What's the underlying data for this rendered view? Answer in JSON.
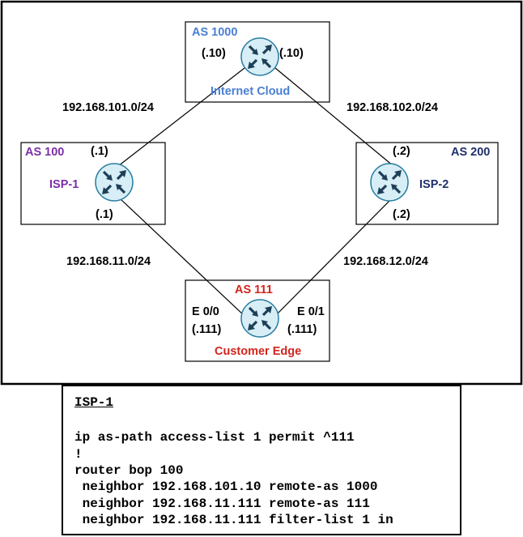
{
  "colors": {
    "as1000": "#4a7fd4",
    "as100": "#7b2fa8",
    "as200": "#1f2f6b",
    "as111": "#d0251d",
    "router_fill": "#d8eef6",
    "router_stroke": "#2a7fa3",
    "arrow": "#1d3f57"
  },
  "nodes": {
    "internet": {
      "as": "AS 1000",
      "name": "Internet Cloud",
      "ip_left": "(.10)",
      "ip_right": "(.10)"
    },
    "isp1": {
      "as": "AS 100",
      "name": "ISP-1",
      "ip_top": "(.1)",
      "ip_bottom": "(.1)"
    },
    "isp2": {
      "as": "AS 200",
      "name": "ISP-2",
      "ip_top": "(.2)",
      "ip_bottom": "(.2)"
    },
    "ce": {
      "as": "AS 111",
      "name": "Customer Edge",
      "if_left": "E 0/0",
      "ip_left": "(.111)",
      "if_right": "E 0/1",
      "ip_right": "(.111)"
    }
  },
  "links": {
    "net_101": "192.168.101.0/24",
    "net_102": "192.168.102.0/24",
    "net_11": "192.168.11.0/24",
    "net_12": "192.168.12.0/24"
  },
  "config": {
    "heading": "ISP-1",
    "lines": [
      "ip as-path access-list 1 permit ^111",
      "!",
      "router bop 100",
      " neighbor 192.168.101.10 remote-as 1000",
      " neighbor 192.168.11.111 remote-as 111",
      " neighbor 192.168.11.111 filter-list 1 in"
    ]
  }
}
